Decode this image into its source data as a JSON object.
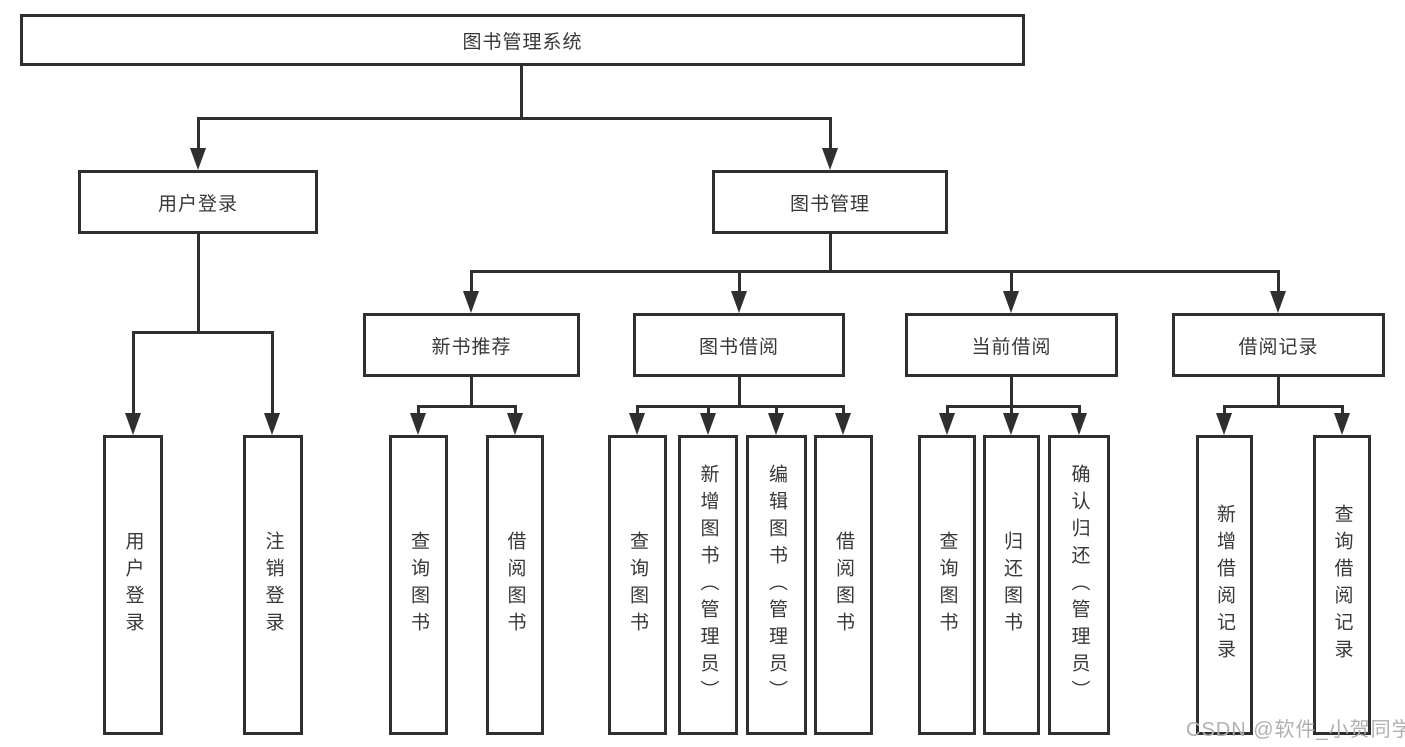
{
  "diagram": {
    "type": "hierarchy-tree",
    "colors": {
      "line": "#2f2f2f",
      "text": "#383838",
      "background": "#ffffff",
      "watermark": "#b0b0b0"
    },
    "root": {
      "label": "图书管理系统",
      "children": [
        {
          "label": "用户登录",
          "children": [
            {
              "label": "用户登录"
            },
            {
              "label": "注销登录"
            }
          ]
        },
        {
          "label": "图书管理",
          "children": [
            {
              "label": "新书推荐",
              "children": [
                {
                  "label": "查询图书"
                },
                {
                  "label": "借阅图书"
                }
              ]
            },
            {
              "label": "图书借阅",
              "children": [
                {
                  "label": "查询图书"
                },
                {
                  "label": "新增图书（管理员）"
                },
                {
                  "label": "编辑图书（管理员）"
                },
                {
                  "label": "借阅图书"
                }
              ]
            },
            {
              "label": "当前借阅",
              "children": [
                {
                  "label": "查询图书"
                },
                {
                  "label": "归还图书"
                },
                {
                  "label": "确认归还（管理员）"
                }
              ]
            },
            {
              "label": "借阅记录",
              "children": [
                {
                  "label": "新增借阅记录"
                },
                {
                  "label": "查询借阅记录"
                }
              ]
            }
          ]
        }
      ]
    }
  },
  "watermark": {
    "text": "CSDN @软件_小贺同学"
  }
}
